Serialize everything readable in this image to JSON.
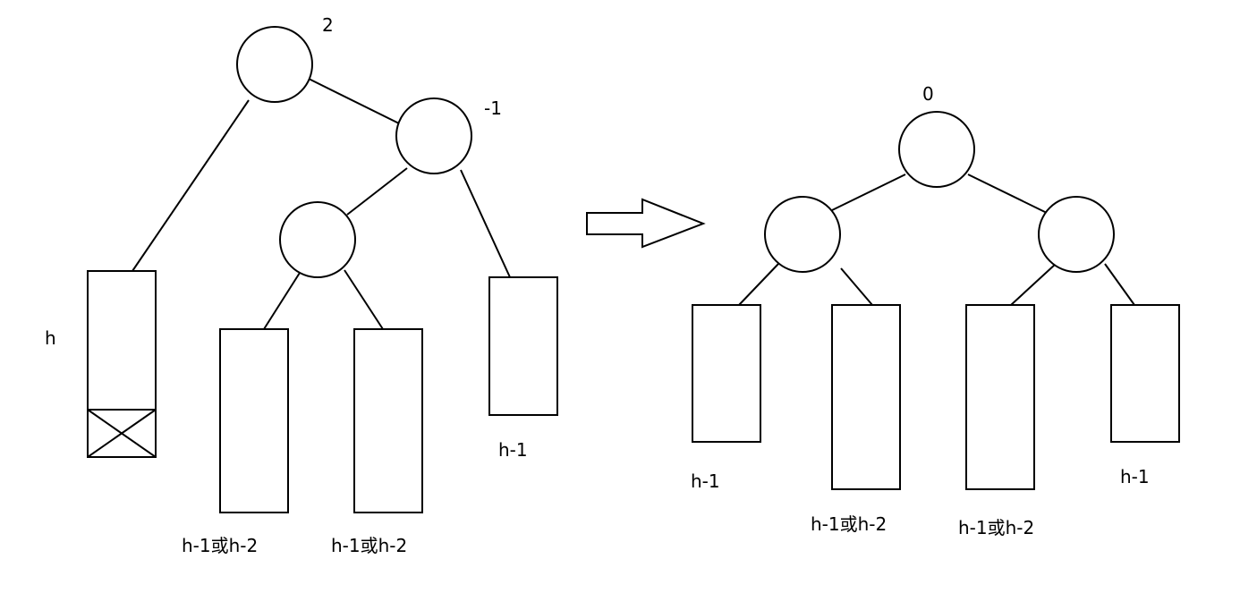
{
  "before": {
    "balance_root": "2",
    "balance_right": "-1",
    "label_left_height": "h",
    "label_inner_left": "h-1或h-2",
    "label_inner_right": "h-1或h-2",
    "label_outer_right": "h-1"
  },
  "after": {
    "balance_root": "0",
    "label_1": "h-1",
    "label_2": "h-1或h-2",
    "label_3": "h-1或h-2",
    "label_4": "h-1"
  },
  "arrow_icon": "right-hollow-arrow"
}
